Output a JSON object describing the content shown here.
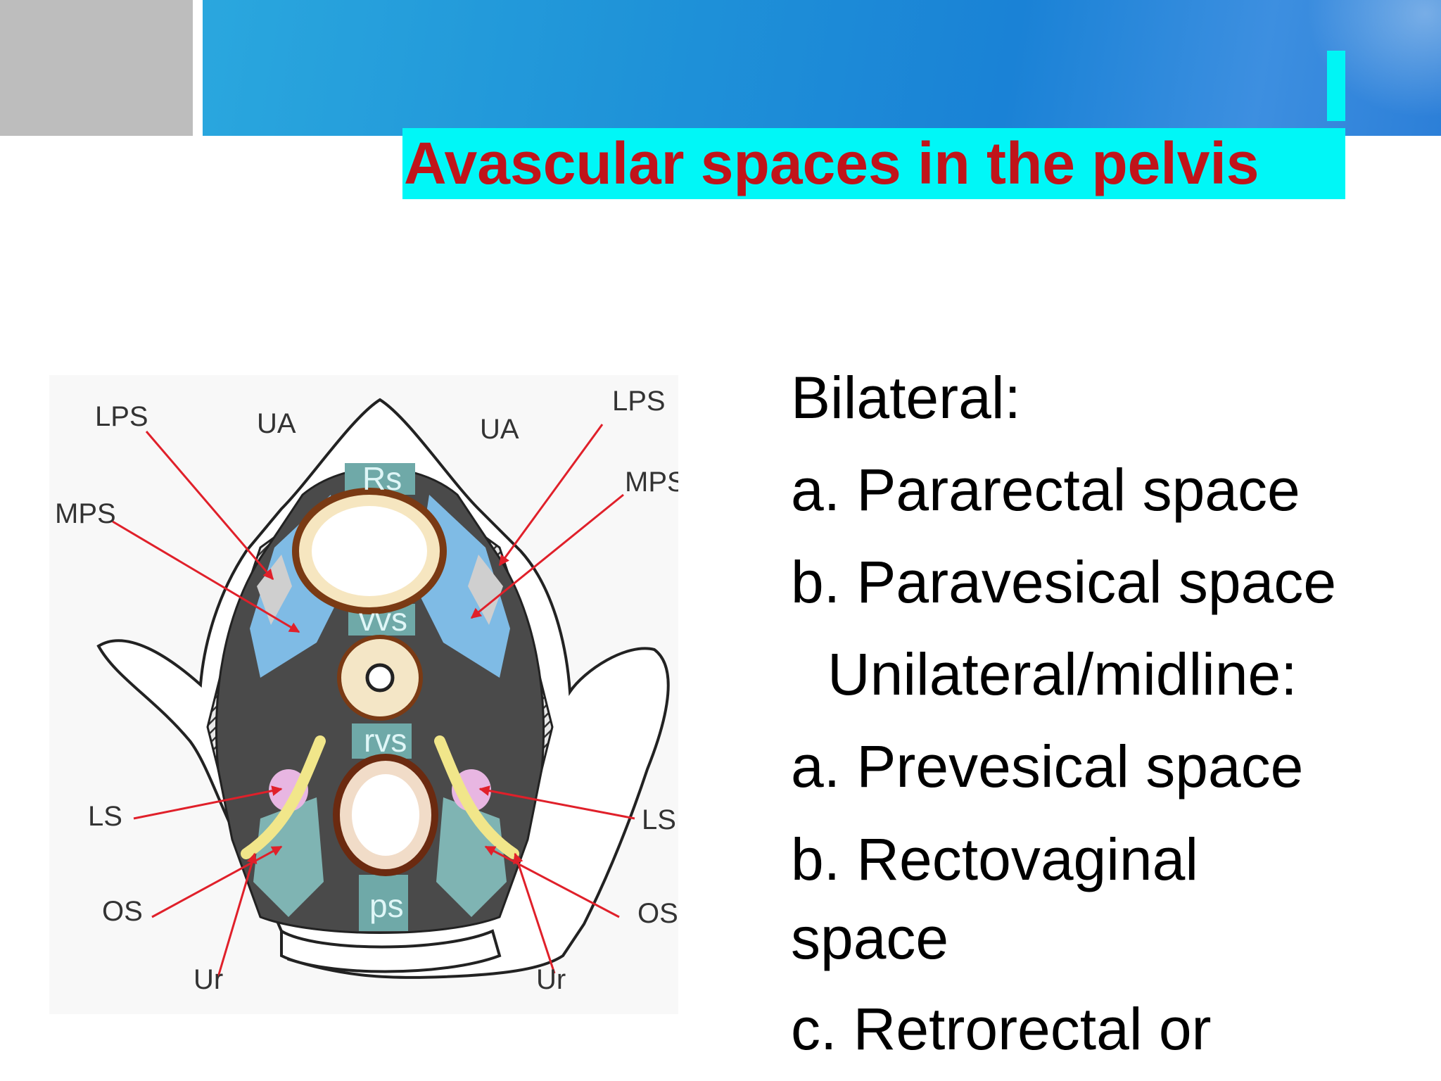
{
  "slide": {
    "title": "Avascular spaces in the pelvis",
    "colors": {
      "header_blue": "#1f8fd8",
      "title_background": "#00f7f7",
      "title_text": "#c0141a",
      "side_block": "#bdbdbd"
    }
  },
  "figure": {
    "labels": {
      "lps_left": "LPS",
      "lps_right": "LPS",
      "ua_left": "UA",
      "ua_right": "UA",
      "mps_left": "MPS",
      "mps_right": "MPS",
      "ls_left": "LS",
      "ls_right": "LS",
      "os_left": "OS",
      "os_right": "OS",
      "ur_left": "Ur",
      "ur_right": "Ur",
      "rs": "Rs",
      "vvs": "vvs",
      "rvs": "rvs",
      "ps": "ps"
    }
  },
  "content": {
    "bilateral_heading": "Bilateral:",
    "bilateral_a": "a.  Pararectal space",
    "bilateral_b": "b. Paravesical space",
    "unilateral_heading": "Unilateral/midline:",
    "unilateral_a": "a.  Prevesical space",
    "unilateral_b": "b. Rectovaginal space",
    "unilateral_c": "c.  Retrorectal or"
  }
}
